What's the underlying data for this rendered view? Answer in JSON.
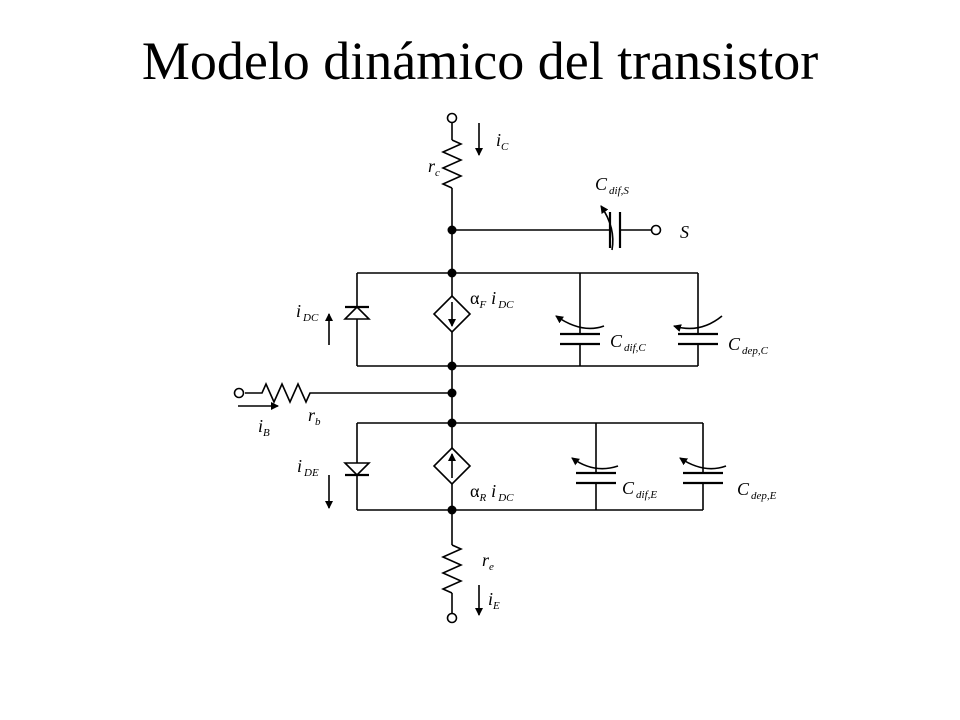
{
  "slide": {
    "title": "Modelo dinámico del transistor"
  },
  "labels": {
    "i_c": {
      "main": "i",
      "sub": "C"
    },
    "r_c": {
      "main": "r",
      "sub": "c"
    },
    "c_dif_s": {
      "main": "C",
      "sub": "dif,S"
    },
    "s_terminal": {
      "main": "S"
    },
    "alpha_f_idc": {
      "alpha": "α",
      "alpha_sub": "F",
      "main": "i",
      "sub": "DC"
    },
    "i_dc": {
      "main": "i",
      "sub": "DC"
    },
    "c_dif_c": {
      "main": "C",
      "sub": "dif,C"
    },
    "c_dep_c": {
      "main": "C",
      "sub": "dep,C"
    },
    "r_b": {
      "main": "r",
      "sub": "b"
    },
    "i_b": {
      "main": "i",
      "sub": "B"
    },
    "i_de": {
      "main": "i",
      "sub": "DE"
    },
    "alpha_r_idc": {
      "alpha": "α",
      "alpha_sub": "R",
      "main": "i",
      "sub": "DC"
    },
    "c_dif_e": {
      "main": "C",
      "sub": "dif,E"
    },
    "c_dep_e": {
      "main": "C",
      "sub": "dep,E"
    },
    "r_e": {
      "main": "r",
      "sub": "e"
    },
    "i_e": {
      "main": "i",
      "sub": "E"
    }
  },
  "icons": {
    "resistor": "zigzag-resistor-icon",
    "diode": "diode-icon",
    "capacitor": "variable-capacitor-icon",
    "source": "dependent-current-source-icon",
    "terminal": "open-terminal-icon",
    "node": "junction-dot-icon"
  }
}
